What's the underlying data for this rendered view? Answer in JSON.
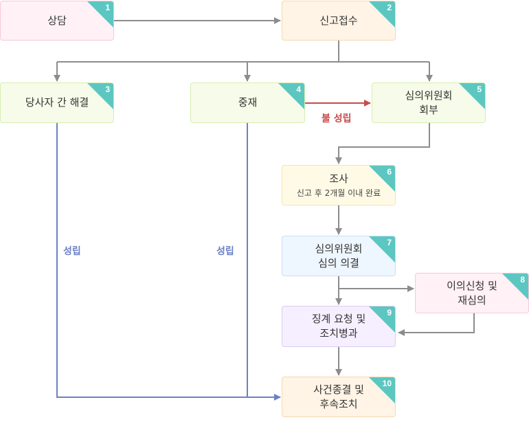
{
  "nodes": {
    "n1": {
      "num": "1",
      "label": "상담"
    },
    "n2": {
      "num": "2",
      "label": "신고접수"
    },
    "n3": {
      "num": "3",
      "label": "당사자 간 해결"
    },
    "n4": {
      "num": "4",
      "label": "중재"
    },
    "n5": {
      "num": "5",
      "label": "심의위원회\n회부"
    },
    "n6": {
      "num": "6",
      "label": "조사",
      "sub": "신고 후 2개월 이내 완료"
    },
    "n7": {
      "num": "7",
      "label": "심의위원회\n심의 의결"
    },
    "n8": {
      "num": "8",
      "label": "이의신청 및\n재심의"
    },
    "n9": {
      "num": "9",
      "label": "징계 요청 및\n조치병과"
    },
    "n10": {
      "num": "10",
      "label": "사건종결 및\n후속조치"
    }
  },
  "edge_labels": {
    "fail": "불 성립",
    "success_left": "성립",
    "success_mid": "성립"
  },
  "colors": {
    "corner": "#5cc7c1",
    "gray_arrow": "#8c8c8c",
    "red_arrow": "#c94a4a",
    "blue_line": "#6b80c6"
  }
}
